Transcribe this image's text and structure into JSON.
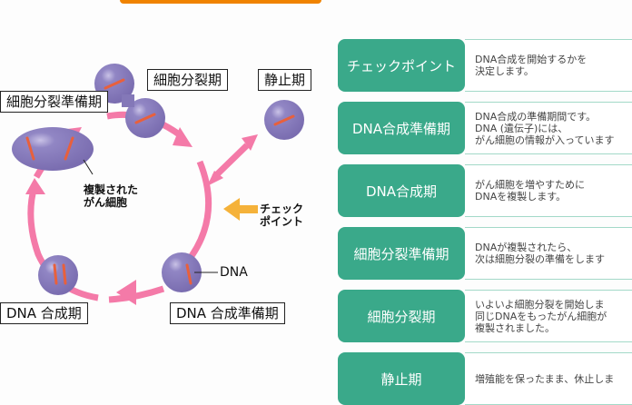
{
  "colors": {
    "accent": "#f08300",
    "tag_green": "#3aa98a",
    "cycle_pink": "#f47aa8",
    "cell_purple": "#8478b8",
    "checkpoint_arrow": "#f5b23a"
  },
  "diagram": {
    "phase_labels": {
      "m_phase": "細胞分裂期",
      "g0_phase": "静止期",
      "g2_phase": "細胞分裂準備期",
      "s_phase": "DNA 合成期",
      "g1_phase": "DNA 合成準備期"
    },
    "annotations": {
      "replicated_cell": "複製された\nがん細胞",
      "checkpoint": "チェック\nポイント",
      "dna": "DNA"
    }
  },
  "legend_rows": [
    {
      "tag": "チェックポイント",
      "lines": [
        "DNA合成を開始するかを",
        "決定します。"
      ]
    },
    {
      "tag": "DNA合成準備期",
      "lines": [
        "DNA合成の準備期間です。",
        "DNA (遺伝子)には、",
        "がん細胞の情報が入っています"
      ]
    },
    {
      "tag": "DNA合成期",
      "lines": [
        "がん細胞を増やすために",
        "DNAを複製します。"
      ]
    },
    {
      "tag": "細胞分裂準備期",
      "lines": [
        "DNAが複製されたら、",
        "次は細胞分裂の準備をします"
      ]
    },
    {
      "tag": "細胞分裂期",
      "lines": [
        "いよいよ細胞分裂を開始しま",
        "同じDNAをもったがん細胞が",
        "複製されました。"
      ]
    },
    {
      "tag": "静止期",
      "lines": [
        "増殖能を保ったまま、休止しま"
      ]
    }
  ]
}
